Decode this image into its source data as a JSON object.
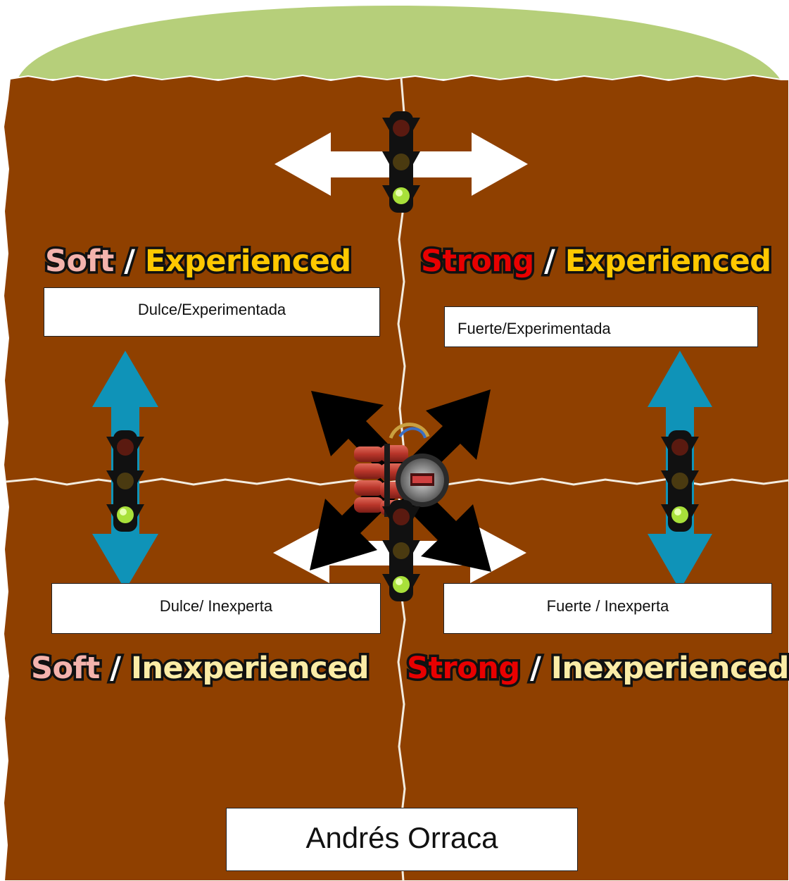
{
  "colors": {
    "ground": "#8f4000",
    "grass": "#b6cf7a",
    "soft": "#f4b3ad",
    "strong": "#e80000",
    "experienced": "#ffc800",
    "inexperienced": "#fbeca6",
    "slash": "#ffffff",
    "blue_arrow": "#0f93b8",
    "white_arrow": "#ffffff",
    "black_arrow": "#000000"
  },
  "quadrants": {
    "top_left": {
      "a": "Soft",
      "sep": " / ",
      "b": "Experienced",
      "caption": "Dulce/Experimentada"
    },
    "top_right": {
      "a": "Strong",
      "sep": " / ",
      "b": "Experienced",
      "caption": "Fuerte/Experimentada"
    },
    "bottom_left": {
      "a": "Soft",
      "sep": " / ",
      "b": "Inexperienced",
      "caption": "Dulce/ Inexperta"
    },
    "bottom_right": {
      "a": "Strong",
      "sep": " / ",
      "b": "Inexperienced",
      "caption": "Fuerte / Inexperta"
    }
  },
  "author": "Andrés Orraca",
  "icons": [
    "traffic-light-icon",
    "bomb-icon",
    "double-arrow-icon"
  ]
}
